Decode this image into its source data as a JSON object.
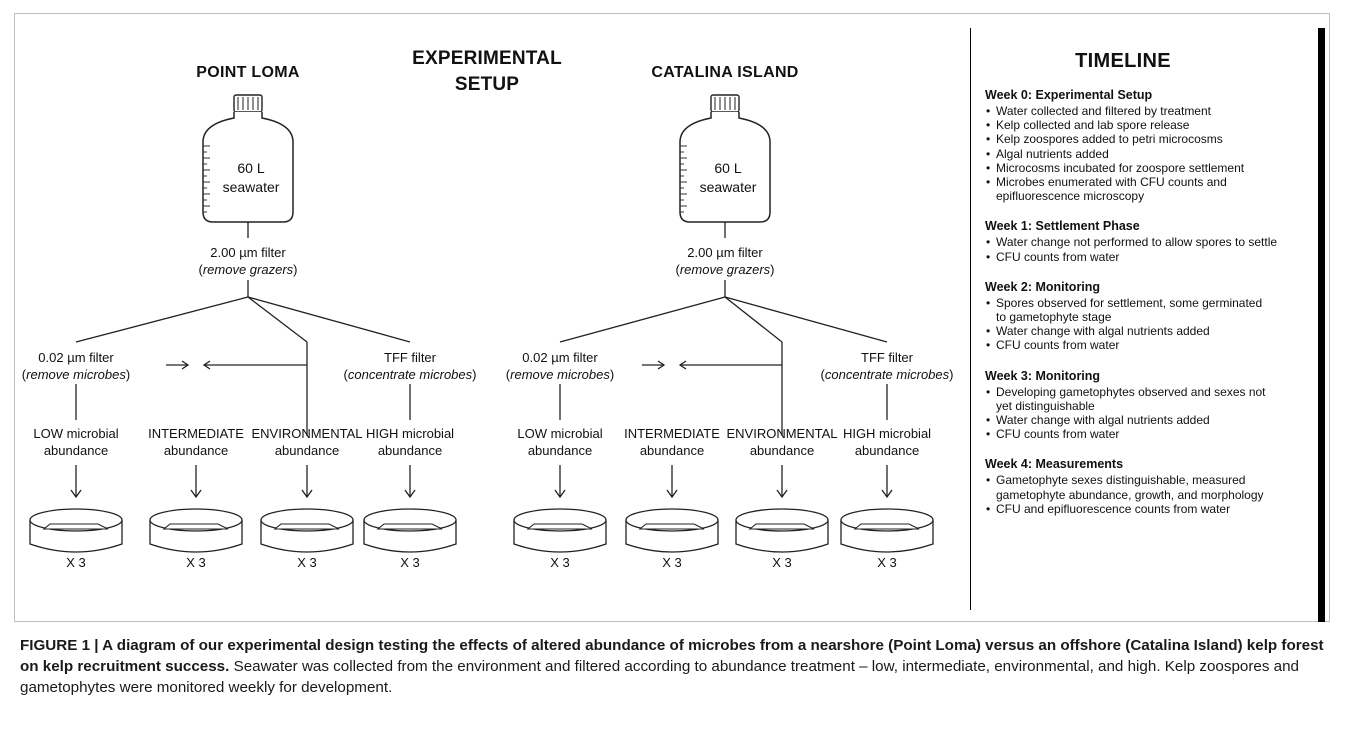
{
  "setup_title": [
    "EXPERIMENTAL",
    "SETUP"
  ],
  "sites": [
    {
      "name": "POINT  LOMA",
      "jar_volume": "60 L",
      "jar_content": "seawater",
      "prefilter": "2.00 µm filter",
      "prefilter_note": "remove grazers",
      "filter_low": "0.02 µm filter",
      "filter_low_note": "remove microbes",
      "filter_high": "TFF filter",
      "filter_high_note": "concentrate microbes",
      "treatments": [
        {
          "line1": "LOW microbial",
          "line2": "abundance",
          "reps": "X 3"
        },
        {
          "line1": "INTERMEDIATE",
          "line2": "abundance",
          "reps": "X 3"
        },
        {
          "line1": "ENVIRONMENTAL",
          "line2": "abundance",
          "reps": "X 3"
        },
        {
          "line1": "HIGH microbial",
          "line2": "abundance",
          "reps": "X 3"
        }
      ]
    },
    {
      "name": "CATALINA  ISLAND",
      "jar_volume": "60 L",
      "jar_content": "seawater",
      "prefilter": "2.00 µm filter",
      "prefilter_note": "remove grazers",
      "filter_low": "0.02 µm filter",
      "filter_low_note": "remove microbes",
      "filter_high": "TFF filter",
      "filter_high_note": "concentrate microbes",
      "treatments": [
        {
          "line1": "LOW microbial",
          "line2": "abundance",
          "reps": "X 3"
        },
        {
          "line1": "INTERMEDIATE",
          "line2": "abundance",
          "reps": "X 3"
        },
        {
          "line1": "ENVIRONMENTAL",
          "line2": "abundance",
          "reps": "X 3"
        },
        {
          "line1": "HIGH microbial",
          "line2": "abundance",
          "reps": "X 3"
        }
      ]
    }
  ],
  "timeline": {
    "title": "TIMELINE",
    "weeks": [
      {
        "heading": "Week 0: Experimental Setup",
        "items": [
          "Water collected and filtered by treatment",
          "Kelp collected and lab spore release",
          "Kelp zoospores added to petri microcosms",
          "Algal nutrients added",
          "Microcosms incubated for zoospore settlement",
          "Microbes enumerated with CFU counts and\nepifluorescence microscopy"
        ]
      },
      {
        "heading": "Week 1: Settlement Phase",
        "items": [
          "Water change not performed to allow spores to settle",
          "CFU counts from water"
        ]
      },
      {
        "heading": "Week 2: Monitoring",
        "items": [
          "Spores observed for settlement, some germinated\nto gametophyte stage",
          "Water change with algal nutrients added",
          "CFU counts from water"
        ]
      },
      {
        "heading": "Week 3: Monitoring",
        "items": [
          "Developing gametophytes observed and sexes not\nyet distinguishable",
          "Water change with algal nutrients added",
          "CFU counts from water"
        ]
      },
      {
        "heading": "Week 4: Measurements",
        "items": [
          "Gametophyte sexes distinguishable, measured\ngametophyte abundance, growth, and morphology",
          "CFU and epifluorescence counts from water"
        ]
      }
    ]
  },
  "caption": {
    "bold": "FIGURE 1 | A diagram of our experimental design testing the effects of altered abundance of microbes from a nearshore (Point Loma) versus an offshore (Catalina Island) kelp forest on kelp recruitment success.",
    "text": " Seawater was collected from the environment and filtered according to abundance treatment – low, intermediate, environmental, and high. Kelp zoospores and gametophytes were monitored weekly for development."
  }
}
